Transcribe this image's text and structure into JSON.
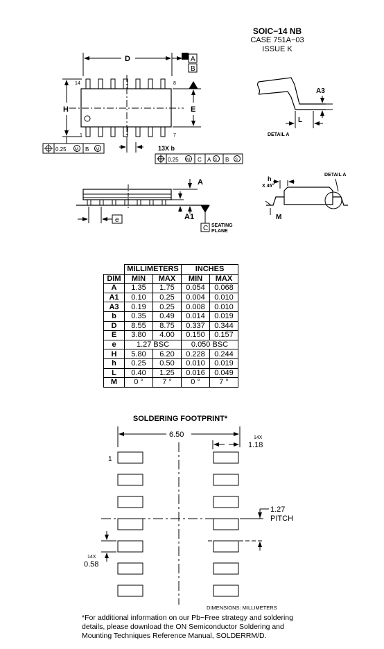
{
  "header": {
    "title": "SOIC−14 NB",
    "case": "CASE 751A−03",
    "issue": "ISSUE K"
  },
  "top_view": {
    "dim_D": "D",
    "dim_H": "H",
    "dim_E": "E",
    "datum_A": "A",
    "datum_B": "B",
    "pin_14": "14",
    "pin_8": "8",
    "pin_1": "1",
    "pin_7": "7",
    "fcf_left": [
      "0.25",
      "M",
      "B",
      "M"
    ],
    "lead_label": "13X b",
    "fcf_right": [
      "0.25",
      "M",
      "C",
      "A",
      "S",
      "B",
      "S"
    ]
  },
  "side_view": {
    "dim_A": "A",
    "dim_A1": "A1",
    "dim_e": "e",
    "datum_C": "C",
    "seating": "SEATING",
    "plane": "PLANE"
  },
  "detail": {
    "dim_A3": "A3",
    "dim_L": "L",
    "detail_label": "DETAIL A",
    "dim_h": "h",
    "x45": "X 45°",
    "dim_M": "M",
    "detail_ref": "DETAIL A"
  },
  "table": {
    "group_mm": "MILLIMETERS",
    "group_in": "INCHES",
    "col_dim": "DIM",
    "col_min": "MIN",
    "col_max": "MAX",
    "rows": [
      {
        "dim": "A",
        "mm_min": "1.35",
        "mm_max": "1.75",
        "in_min": "0.054",
        "in_max": "0.068"
      },
      {
        "dim": "A1",
        "mm_min": "0.10",
        "mm_max": "0.25",
        "in_min": "0.004",
        "in_max": "0.010"
      },
      {
        "dim": "A3",
        "mm_min": "0.19",
        "mm_max": "0.25",
        "in_min": "0.008",
        "in_max": "0.010"
      },
      {
        "dim": "b",
        "mm_min": "0.35",
        "mm_max": "0.49",
        "in_min": "0.014",
        "in_max": "0.019"
      },
      {
        "dim": "D",
        "mm_min": "8.55",
        "mm_max": "8.75",
        "in_min": "0.337",
        "in_max": "0.344"
      },
      {
        "dim": "E",
        "mm_min": "3.80",
        "mm_max": "4.00",
        "in_min": "0.150",
        "in_max": "0.157"
      },
      {
        "dim": "e",
        "mm_bsc": "1.27 BSC",
        "in_bsc": "0.050 BSC"
      },
      {
        "dim": "H",
        "mm_min": "5.80",
        "mm_max": "6.20",
        "in_min": "0.228",
        "in_max": "0.244"
      },
      {
        "dim": "h",
        "mm_min": "0.25",
        "mm_max": "0.50",
        "in_min": "0.010",
        "in_max": "0.019"
      },
      {
        "dim": "L",
        "mm_min": "0.40",
        "mm_max": "1.25",
        "in_min": "0.016",
        "in_max": "0.049"
      },
      {
        "dim": "M",
        "mm_min": "0 °",
        "mm_max": "7 °",
        "in_min": "0 °",
        "in_max": "7 °"
      }
    ]
  },
  "footprint": {
    "title": "SOLDERING FOOTPRINT*",
    "width": "6.50",
    "pad_count_top": "14X",
    "pad_len": "1.18",
    "pin1": "1",
    "pitch_val": "1.27",
    "pitch_label": "PITCH",
    "pad_count_left": "14X",
    "pad_w": "0.58",
    "units": "DIMENSIONS: MILLIMETERS"
  },
  "note": "*For additional information on our Pb−Free strategy and soldering details, please download the ON Semiconductor Soldering and Mounting Techniques Reference Manual, SOLDERRM/D."
}
